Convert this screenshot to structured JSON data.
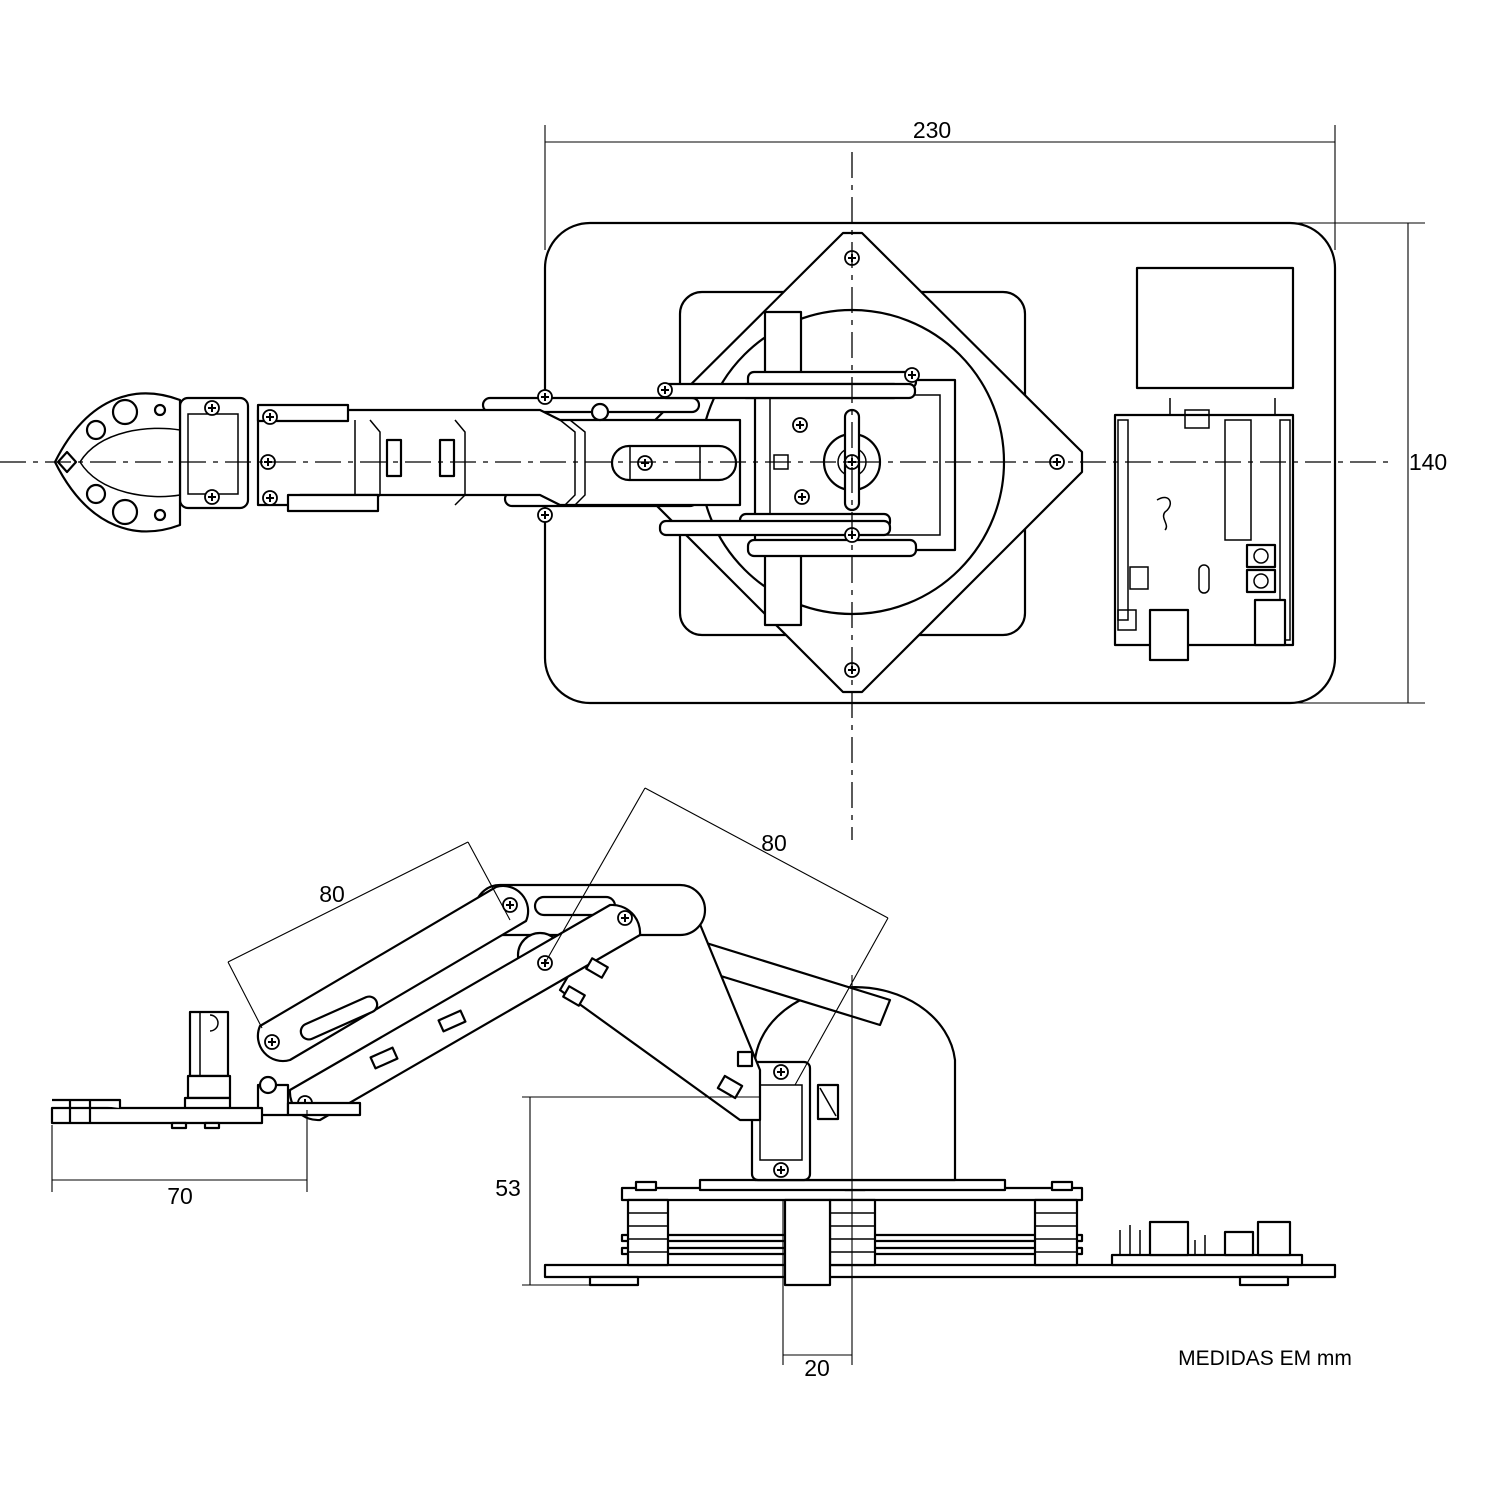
{
  "dimensions": {
    "top_width": "230",
    "top_height": "140",
    "upper_arm": "80",
    "forearm": "80",
    "gripper_reach": "70",
    "base_height": "53",
    "base_offset": "20"
  },
  "note": "MEDIDAS EM mm",
  "colors": {
    "line": "#000000",
    "background": "#ffffff"
  }
}
